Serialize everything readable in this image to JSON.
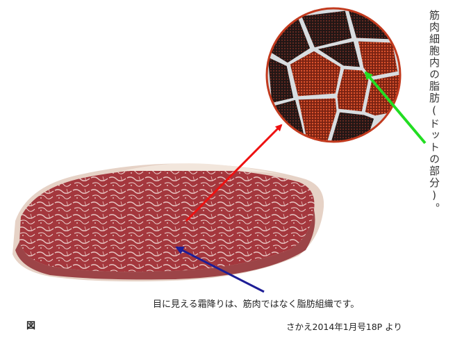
{
  "labels": {
    "fat_in_muscle_cells": "筋肉細胞内の脂肪(ドットの部分)。",
    "visible_marbling_caption": "目に見える霜降りは、筋肉ではなく脂肪組織です。",
    "figure_label": "図",
    "source_note": "さかえ2014年1月号18P より"
  },
  "colors": {
    "meat_red": "#a4373d",
    "fat_white": "#efe5dc",
    "cell_border": "#d8dde0",
    "cell_red": "#b33a22",
    "cell_dark": "#2a1d1c",
    "arrow_red": "#ee1111",
    "arrow_green": "#22dd22",
    "arrow_blue": "#1e1e96"
  }
}
